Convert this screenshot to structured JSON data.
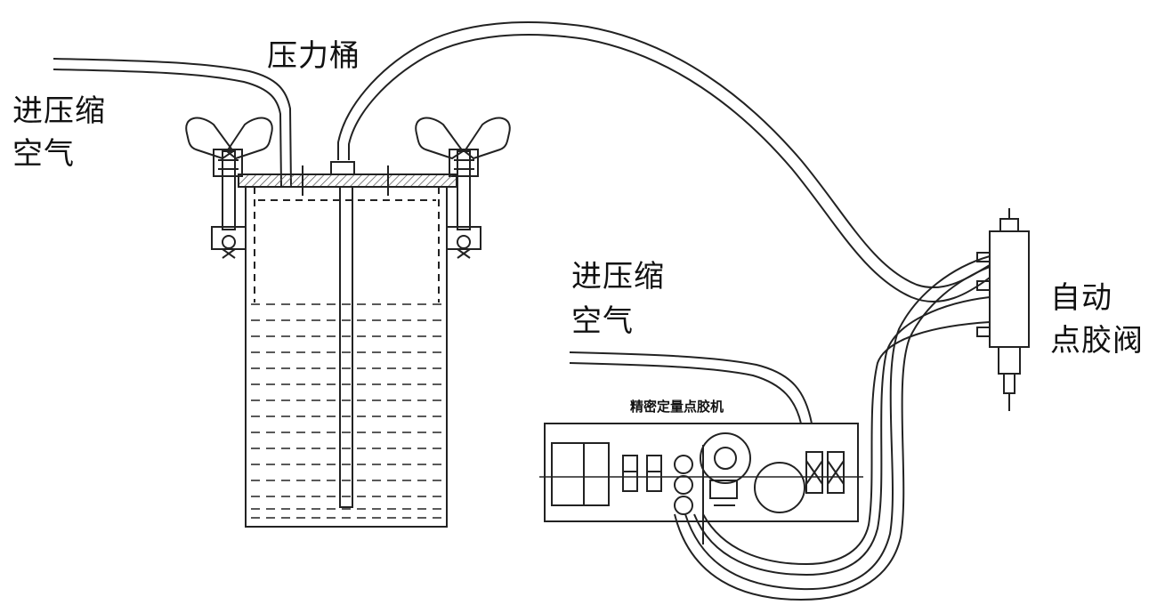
{
  "labels": {
    "air_in_left_line1": "进压缩",
    "air_in_left_line2": "空气",
    "pressure_tank": "压力桶",
    "air_in_right_line1": "进压缩",
    "air_in_right_line2": "空气",
    "valve_line1": "自动",
    "valve_line2": "点胶阀",
    "controller": "精密定量点胶机"
  },
  "colors": {
    "line": "#222222",
    "hatch": "#555555",
    "background": "#ffffff"
  }
}
